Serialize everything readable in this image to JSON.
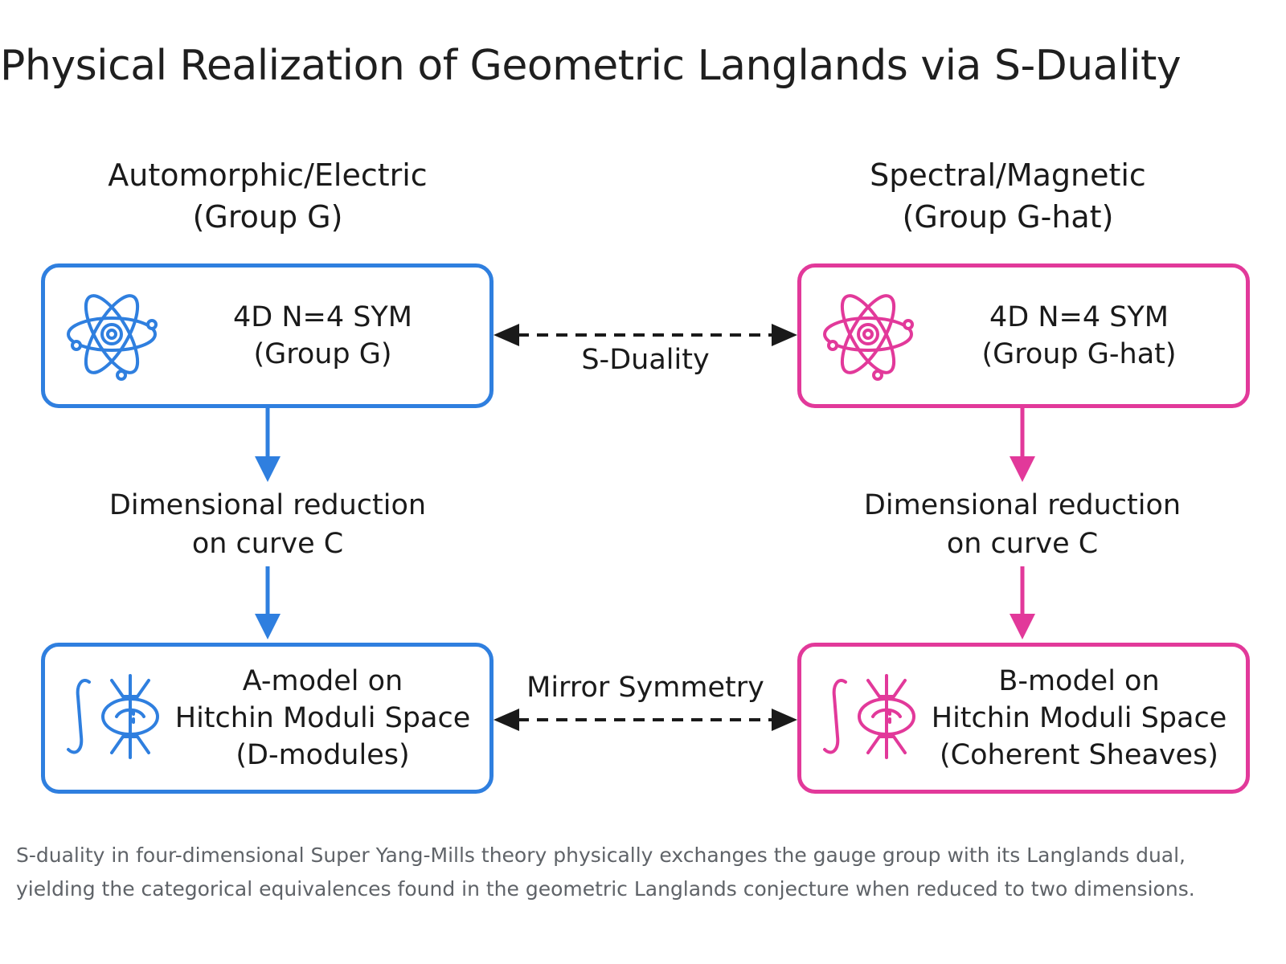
{
  "title": "Physical Realization of Geometric Langlands via S-Duality",
  "colors": {
    "electric": "#2f7fdf",
    "magnetic": "#e2399a",
    "text": "#1a1a1a",
    "caption": "#5f6368"
  },
  "columns": {
    "left": {
      "heading_line1": "Automorphic/Electric",
      "heading_line2": "(Group G)",
      "top_box": {
        "icon": "atom-icon",
        "line1": "4D N=4 SYM",
        "line2": "(Group G)"
      },
      "reduction_line1": "Dimensional reduction",
      "reduction_line2": "on curve C",
      "bottom_box": {
        "icon": "integral-manifold-icon",
        "line1": "A-model on",
        "line2": "Hitchin Moduli Space",
        "line3": "(D-modules)"
      }
    },
    "right": {
      "heading_line1": "Spectral/Magnetic",
      "heading_line2": "(Group G-hat)",
      "top_box": {
        "icon": "atom-icon",
        "line1": "4D N=4 SYM",
        "line2": "(Group G-hat)"
      },
      "reduction_line1": "Dimensional reduction",
      "reduction_line2": "on curve C",
      "bottom_box": {
        "icon": "integral-manifold-icon",
        "line1": "B-model on",
        "line2": "Hitchin Moduli Space",
        "line3": "(Coherent Sheaves)"
      }
    }
  },
  "edges": {
    "top": "S-Duality",
    "bottom": "Mirror Symmetry"
  },
  "caption": {
    "line1": "S-duality in four-dimensional Super Yang-Mills theory physically exchanges the gauge group with its Langlands dual,",
    "line2": "yielding the categorical equivalences found in the geometric Langlands conjecture when reduced to two dimensions."
  }
}
